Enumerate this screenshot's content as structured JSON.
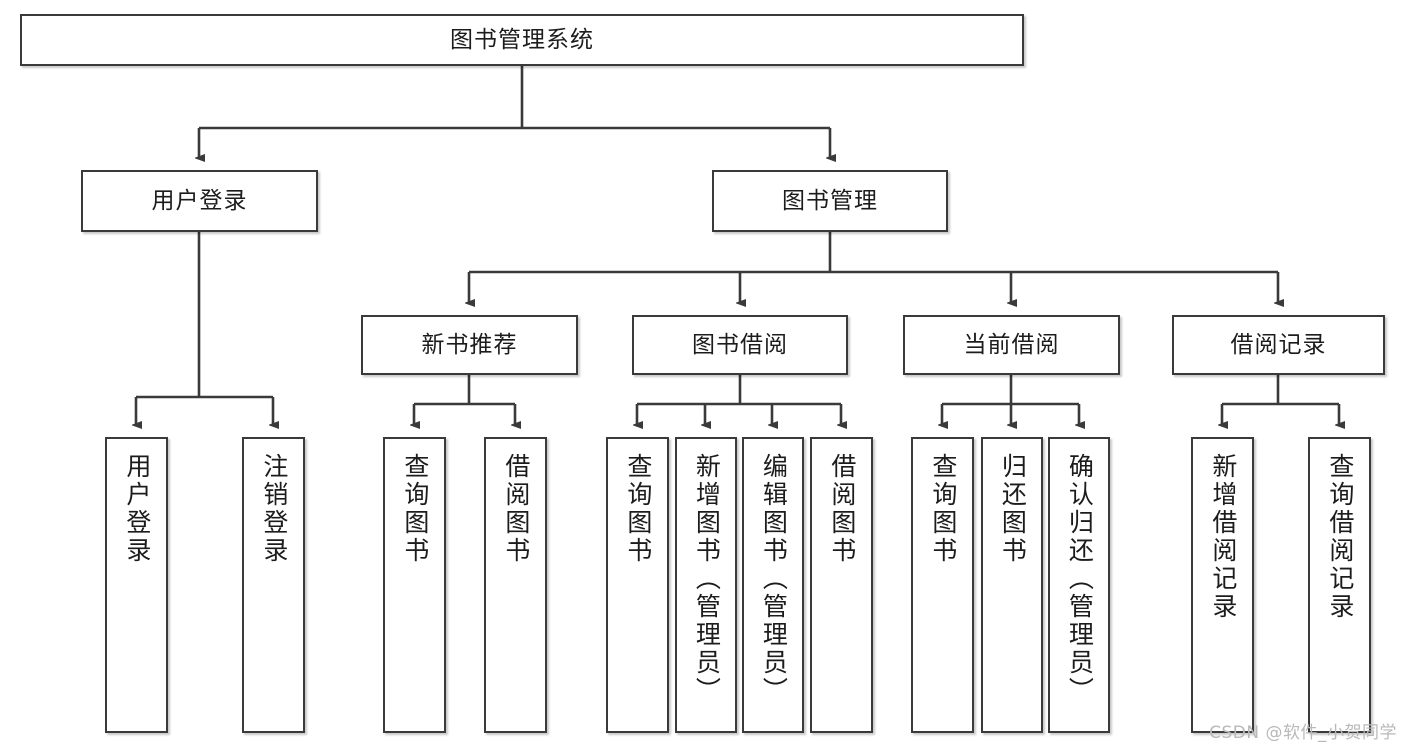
{
  "diagram": {
    "title": "图书管理系统",
    "type": "tree-hierarchy-diagram",
    "root": {
      "id": "root",
      "label": "图书管理系统"
    },
    "level2": [
      {
        "id": "user-login",
        "label": "用户登录"
      },
      {
        "id": "book-manage",
        "label": "图书管理"
      }
    ],
    "level3": [
      {
        "id": "new-book-rec",
        "label": "新书推荐"
      },
      {
        "id": "book-borrow",
        "label": "图书借阅"
      },
      {
        "id": "current-borrow",
        "label": "当前借阅"
      },
      {
        "id": "borrow-record",
        "label": "借阅记录"
      }
    ],
    "leaves": [
      {
        "id": "leaf-user-login",
        "label": "用户登录",
        "parent": "user-login"
      },
      {
        "id": "leaf-user-logout",
        "label": "注销登录",
        "parent": "user-login"
      },
      {
        "id": "leaf-query-book-1",
        "label": "查询图书",
        "parent": "new-book-rec"
      },
      {
        "id": "leaf-borrow-book-1",
        "label": "借阅图书",
        "parent": "new-book-rec"
      },
      {
        "id": "leaf-query-book-2",
        "label": "查询图书",
        "parent": "book-borrow"
      },
      {
        "id": "leaf-add-book",
        "label": "新增图书（管理员）",
        "parent": "book-borrow"
      },
      {
        "id": "leaf-edit-book",
        "label": "编辑图书（管理员）",
        "parent": "book-borrow"
      },
      {
        "id": "leaf-borrow-book-2",
        "label": "借阅图书",
        "parent": "book-borrow"
      },
      {
        "id": "leaf-query-book-3",
        "label": "查询图书",
        "parent": "current-borrow"
      },
      {
        "id": "leaf-return-book",
        "label": "归还图书",
        "parent": "current-borrow"
      },
      {
        "id": "leaf-confirm-return",
        "label": "确认归还（管理员）",
        "parent": "current-borrow"
      },
      {
        "id": "leaf-add-record",
        "label": "新增借阅记录",
        "parent": "borrow-record"
      },
      {
        "id": "leaf-query-record",
        "label": "查询借阅记录",
        "parent": "borrow-record"
      }
    ]
  },
  "watermark": {
    "text": "CSDN @软件_小贺同学"
  },
  "colors": {
    "border": "#3a3a3a",
    "text": "#1c1c1c",
    "background": "#ffffff",
    "watermark": "#b9b9b9"
  }
}
